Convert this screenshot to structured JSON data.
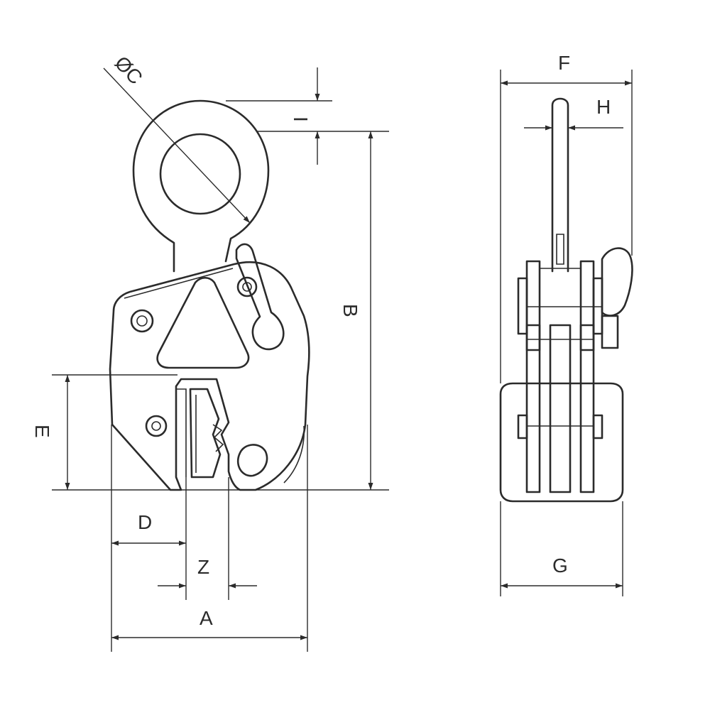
{
  "labels": {
    "diameter": "ØC",
    "I": "I",
    "B": "B",
    "E": "E",
    "D": "D",
    "Z": "Z",
    "A": "A",
    "F": "F",
    "H": "H",
    "G": "G"
  }
}
